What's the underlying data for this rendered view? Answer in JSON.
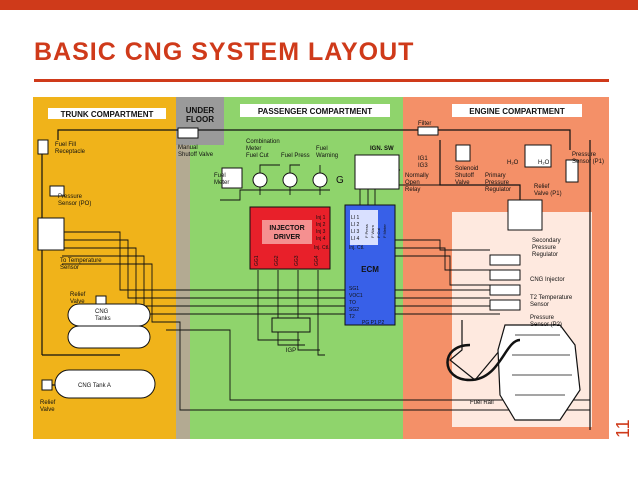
{
  "slide": {
    "title": "BASIC CNG SYSTEM LAYOUT",
    "number": "11"
  },
  "colors": {
    "accent": "#cf3a1a",
    "trunk": "#f0b31a",
    "under_floor": "#a8a8a8",
    "passenger": "#8fd46c",
    "engine": "#f49068",
    "injector_driver": "#e8202a",
    "ecm": "#3860e8"
  },
  "zones": {
    "trunk": "TRUNK COMPARTMENT",
    "under_floor_1": "UNDER",
    "under_floor_2": "FLOOR",
    "passenger": "PASSENGER COMPARTMENT",
    "engine": "ENGINE COMPARTMENT"
  },
  "labels": {
    "fuel_fill_1": "Fuel Fill",
    "fuel_fill_2": "Receptacle",
    "pressure_po_1": "Pressure",
    "pressure_po_2": "Sensor (PO)",
    "temp_sensor_1": "To Temperature",
    "temp_sensor_2": "Sensor",
    "relief_valve_1": "Relief",
    "relief_valve_2": "Valve",
    "cng_tanks_1": "CNG",
    "cng_tanks_2": "Tanks",
    "cng_tank_a": "CNG Tank A",
    "relief_valve_b_1": "Relief",
    "relief_valve_b_2": "Valve",
    "manual_shutoff_1": "Manual",
    "manual_shutoff_2": "Shutoff Valve",
    "combo_meter_1": "Combination",
    "combo_meter_2": "Meter",
    "combo_meter_3": "Fuel Cut",
    "fuel_press": "Fuel Press",
    "fuel_warning_1": "Fuel",
    "fuel_warning_2": "Warning",
    "fuel_meter_1": "Fuel",
    "fuel_meter_2": "Meter",
    "ign_sw": "IGN. SW",
    "ig1": "IG1",
    "ig3": "IG3",
    "normally_open_1": "Normally",
    "normally_open_2": "Open",
    "normally_open_3": "Relay",
    "filter": "Filter",
    "solenoid_1": "Solenoid",
    "solenoid_2": "Shutoff",
    "solenoid_3": "Valve",
    "h2o_left": "H₂O",
    "h2o_right": "H₂O",
    "primary_reg_1": "Primary",
    "primary_reg_2": "Pressure",
    "primary_reg_3": "Regulator",
    "pressure_p1_1": "Pressure",
    "pressure_p1_2": "Sensor (P1)",
    "relief_p1_1": "Relief",
    "relief_p1_2": "Valve (P1)",
    "injector_driver_1": "INJECTOR",
    "injector_driver_2": "DRIVER",
    "inj1": "Inj 1",
    "inj2": "Inj 2",
    "inj3": "Inj 3",
    "inj4": "Inj 4",
    "inj_ctl": "Inj. Ctl.",
    "gg1": "GG1",
    "gg2": "GG2",
    "gg3": "GG3",
    "gg4": "GG4",
    "ecm": "ECM",
    "li1": "LI 1",
    "li2": "LI 2",
    "li3": "LI 3",
    "li4": "LI 4",
    "li_ctl": "Inj. Ctl.",
    "ecm_fuel_press": "F Press",
    "ecm_f_warn": "F Warn",
    "ecm_f_cut": "F Cut",
    "ecm_fuel_meter": "F Meter",
    "sg1": "SG1",
    "voc1": "VOC1",
    "to": "TO",
    "sg2": "SG2",
    "t2": "T2",
    "pg_p1_p2": "PG P1 P2",
    "igp": "IGP",
    "sec_reg_1": "Secondary",
    "sec_reg_2": "Pressure",
    "sec_reg_3": "Regulator",
    "cng_injector": "CNG Injector",
    "t2_temp_1": "T2 Temperature",
    "t2_temp_2": "Sensor",
    "pressure_p2_1": "Pressure",
    "pressure_p2_2": "Sensor (P2)",
    "fuel_rail": "Fuel Rail"
  }
}
